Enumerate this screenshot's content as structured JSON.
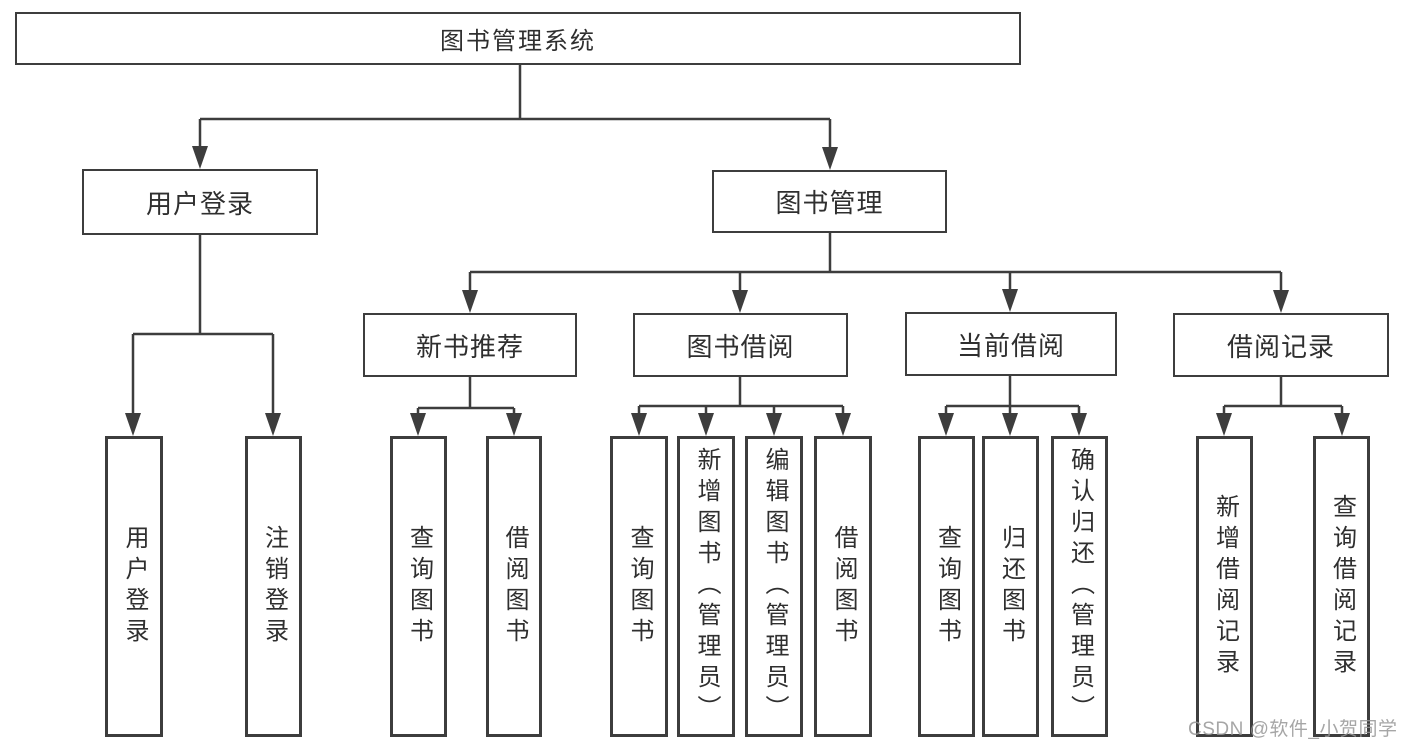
{
  "diagram_title": "图书管理系统",
  "nodes": {
    "root": "图书管理系统",
    "user_login": "用户登录",
    "book_management": "图书管理",
    "new_book_recommendation": "新书推荐",
    "book_borrowing": "图书借阅",
    "current_borrowing": "当前借阅",
    "borrowing_records": "借阅记录",
    "user_login_leaf": "用户登录",
    "logout_leaf": "注销登录",
    "query_books_recommendation": "查询图书",
    "borrow_books_recommendation": "借阅图书",
    "query_books_borrowing": "查询图书",
    "add_books_admin": "新增图书（管理员）",
    "edit_books_admin": "编辑图书（管理员）",
    "borrow_books_leaf": "借阅图书",
    "query_books_current": "查询图书",
    "return_books": "归还图书",
    "confirm_return_admin": "确认归还（管理员）",
    "add_borrowing_record": "新增借阅记录",
    "query_borrowing_record": "查询借阅记录"
  },
  "watermark": "CSDN @软件_小贺同学",
  "colors": {
    "background": "#ffffff",
    "line": "#3d3d3d",
    "box_border": "#3d3d3d",
    "text": "#2f2f2f",
    "watermark": "#969696"
  }
}
